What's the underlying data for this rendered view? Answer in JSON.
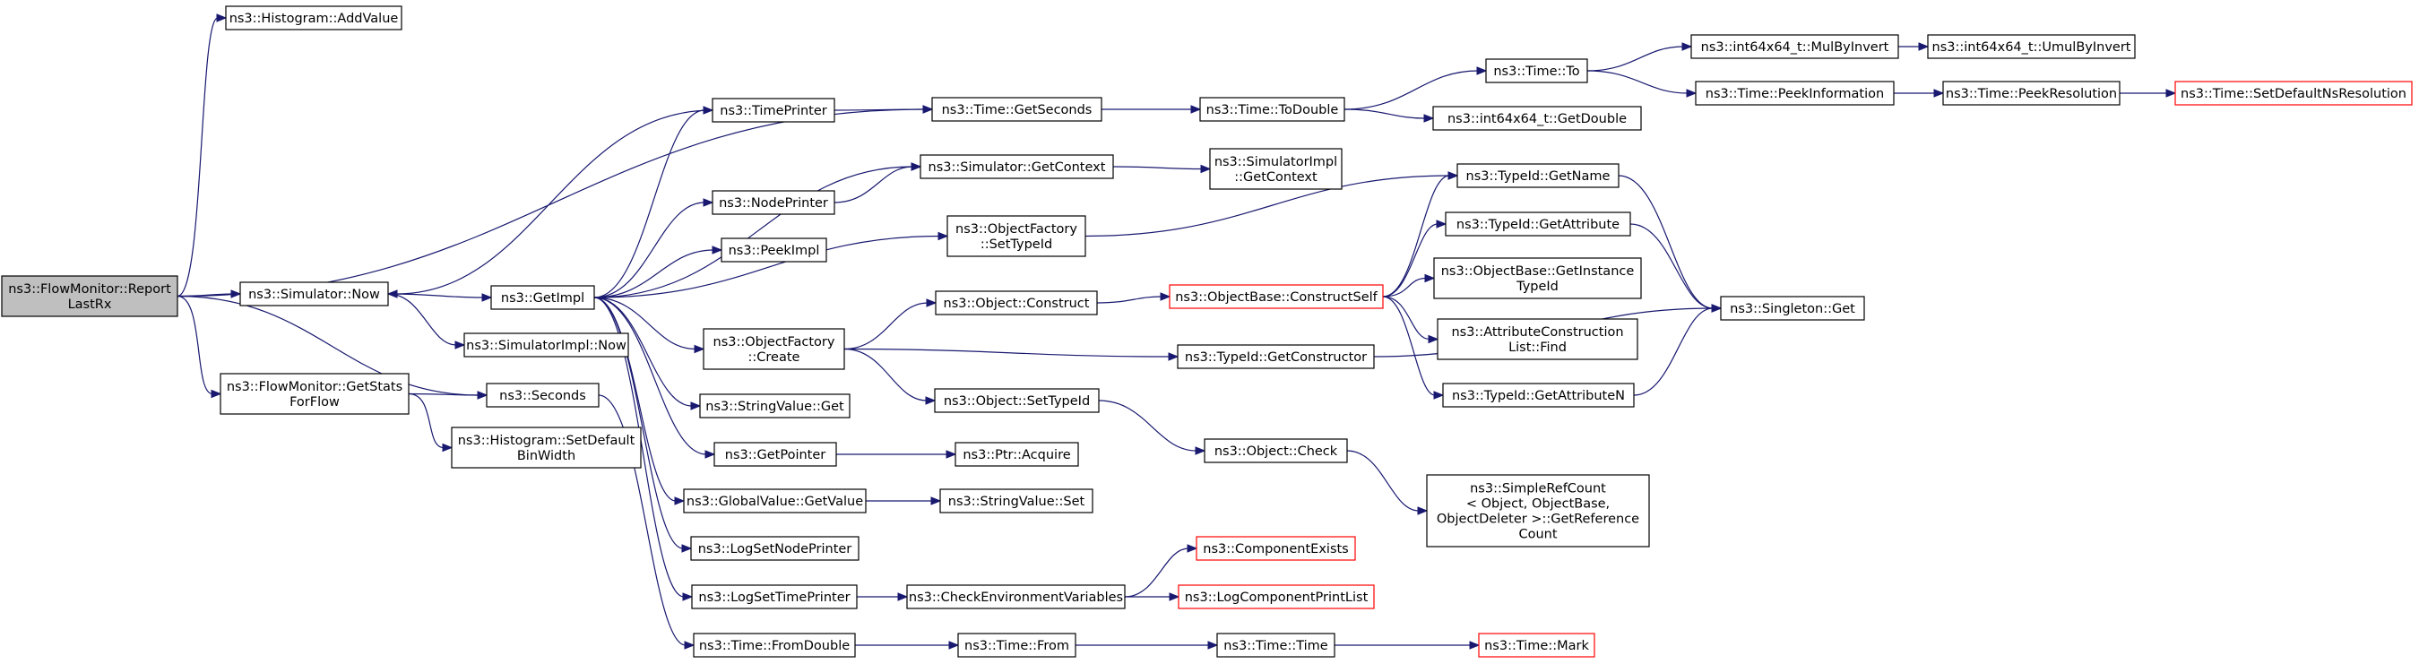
{
  "graph": {
    "colors": {
      "edge": "#191970",
      "root_fill": "#bfbfbf",
      "truncated_border": "#ff0000",
      "border": "#000000"
    },
    "nodes": [
      {
        "id": "root",
        "lines": [
          "ns3::FlowMonitor::Report",
          "LastRx"
        ],
        "root": true
      },
      {
        "id": "histAdd",
        "lines": [
          "ns3::Histogram::AddValue"
        ]
      },
      {
        "id": "simNow",
        "lines": [
          "ns3::Simulator::Now"
        ]
      },
      {
        "id": "fmGetStats",
        "lines": [
          "ns3::FlowMonitor::GetStats",
          "ForFlow"
        ]
      },
      {
        "id": "getImpl",
        "lines": [
          "ns3::GetImpl"
        ]
      },
      {
        "id": "simImplNow",
        "lines": [
          "ns3::SimulatorImpl::Now"
        ]
      },
      {
        "id": "seconds",
        "lines": [
          "ns3::Seconds"
        ]
      },
      {
        "id": "histSetDef",
        "lines": [
          "ns3::Histogram::SetDefault",
          "BinWidth"
        ]
      },
      {
        "id": "timePrinter",
        "lines": [
          "ns3::TimePrinter"
        ]
      },
      {
        "id": "nodePrinter",
        "lines": [
          "ns3::NodePrinter"
        ]
      },
      {
        "id": "peekImpl",
        "lines": [
          "ns3::PeekImpl"
        ]
      },
      {
        "id": "ofCreate",
        "lines": [
          "ns3::ObjectFactory",
          "::Create"
        ]
      },
      {
        "id": "svGet",
        "lines": [
          "ns3::StringValue::Get"
        ]
      },
      {
        "id": "getPointer",
        "lines": [
          "ns3::GetPointer"
        ]
      },
      {
        "id": "gvGetValue",
        "lines": [
          "ns3::GlobalValue::GetValue"
        ]
      },
      {
        "id": "logSetNode",
        "lines": [
          "ns3::LogSetNodePrinter"
        ]
      },
      {
        "id": "logSetTime",
        "lines": [
          "ns3::LogSetTimePrinter"
        ]
      },
      {
        "id": "timeFromDouble",
        "lines": [
          "ns3::Time::FromDouble"
        ]
      },
      {
        "id": "timeGetSeconds",
        "lines": [
          "ns3::Time::GetSeconds"
        ]
      },
      {
        "id": "simGetContext",
        "lines": [
          "ns3::Simulator::GetContext"
        ]
      },
      {
        "id": "ofSetTypeId",
        "lines": [
          "ns3::ObjectFactory",
          "::SetTypeId"
        ]
      },
      {
        "id": "objConstruct",
        "lines": [
          "ns3::Object::Construct"
        ]
      },
      {
        "id": "objSetTypeId",
        "lines": [
          "ns3::Object::SetTypeId"
        ]
      },
      {
        "id": "ptrAcquire",
        "lines": [
          "ns3::Ptr::Acquire"
        ]
      },
      {
        "id": "svSet",
        "lines": [
          "ns3::StringValue::Set"
        ]
      },
      {
        "id": "checkEnv",
        "lines": [
          "ns3::CheckEnvironmentVariables"
        ]
      },
      {
        "id": "timeFrom",
        "lines": [
          "ns3::Time::From"
        ]
      },
      {
        "id": "timeToDouble",
        "lines": [
          "ns3::Time::ToDouble"
        ]
      },
      {
        "id": "simImplGetContext",
        "lines": [
          "ns3::SimulatorImpl",
          "::GetContext"
        ]
      },
      {
        "id": "obConstructSelf",
        "lines": [
          "ns3::ObjectBase::ConstructSelf"
        ],
        "truncated": true
      },
      {
        "id": "tidGetConstructor",
        "lines": [
          "ns3::TypeId::GetConstructor"
        ]
      },
      {
        "id": "objCheck",
        "lines": [
          "ns3::Object::Check"
        ]
      },
      {
        "id": "compExists",
        "lines": [
          "ns3::ComponentExists"
        ],
        "truncated": true
      },
      {
        "id": "logCompPrint",
        "lines": [
          "ns3::LogComponentPrintList"
        ],
        "truncated": true
      },
      {
        "id": "timeTime",
        "lines": [
          "ns3::Time::Time"
        ]
      },
      {
        "id": "timeTo",
        "lines": [
          "ns3::Time::To"
        ]
      },
      {
        "id": "i64GetDouble",
        "lines": [
          "ns3::int64x64_t::GetDouble"
        ]
      },
      {
        "id": "tidGetName",
        "lines": [
          "ns3::TypeId::GetName"
        ]
      },
      {
        "id": "tidGetAttribute",
        "lines": [
          "ns3::TypeId::GetAttribute"
        ]
      },
      {
        "id": "obGetInstance",
        "lines": [
          "ns3::ObjectBase::GetInstance",
          "TypeId"
        ]
      },
      {
        "id": "acFind",
        "lines": [
          "ns3::AttributeConstruction",
          "List::Find"
        ]
      },
      {
        "id": "tidGetAttributeN",
        "lines": [
          "ns3::TypeId::GetAttributeN"
        ]
      },
      {
        "id": "srcGetRef",
        "lines": [
          "ns3::SimpleRefCount",
          "< Object, ObjectBase,",
          " ObjectDeleter >::GetReference",
          "Count"
        ]
      },
      {
        "id": "timeMark",
        "lines": [
          "ns3::Time::Mark"
        ],
        "truncated": true
      },
      {
        "id": "mulByInvert",
        "lines": [
          "ns3::int64x64_t::MulByInvert"
        ]
      },
      {
        "id": "peekInfo",
        "lines": [
          "ns3::Time::PeekInformation"
        ]
      },
      {
        "id": "singletonGet",
        "lines": [
          "ns3::Singleton::Get"
        ]
      },
      {
        "id": "umulByInvert",
        "lines": [
          "ns3::int64x64_t::UmulByInvert"
        ]
      },
      {
        "id": "peekRes",
        "lines": [
          "ns3::Time::PeekResolution"
        ]
      },
      {
        "id": "setDefaultNsRes",
        "lines": [
          "ns3::Time::SetDefaultNsResolution"
        ],
        "truncated": true
      }
    ],
    "edges": [
      [
        "root",
        "histAdd"
      ],
      [
        "root",
        "timeGetSeconds"
      ],
      [
        "root",
        "simNow"
      ],
      [
        "root",
        "fmGetStats"
      ],
      [
        "root",
        "seconds"
      ],
      [
        "simNow",
        "getImpl"
      ],
      [
        "simNow",
        "simImplNow"
      ],
      [
        "fmGetStats",
        "seconds"
      ],
      [
        "fmGetStats",
        "histSetDef"
      ],
      [
        "getImpl",
        "timePrinter"
      ],
      [
        "getImpl",
        "simGetContext"
      ],
      [
        "getImpl",
        "nodePrinter"
      ],
      [
        "getImpl",
        "peekImpl"
      ],
      [
        "getImpl",
        "ofSetTypeId"
      ],
      [
        "getImpl",
        "ofCreate"
      ],
      [
        "getImpl",
        "svGet"
      ],
      [
        "getImpl",
        "getPointer"
      ],
      [
        "getImpl",
        "gvGetValue"
      ],
      [
        "getImpl",
        "logSetNode"
      ],
      [
        "getImpl",
        "logSetTime"
      ],
      [
        "timePrinter",
        "simNow"
      ],
      [
        "timePrinter",
        "timeGetSeconds"
      ],
      [
        "nodePrinter",
        "simGetContext"
      ],
      [
        "seconds",
        "timeFromDouble"
      ],
      [
        "ofCreate",
        "objConstruct"
      ],
      [
        "ofCreate",
        "objSetTypeId"
      ],
      [
        "ofCreate",
        "tidGetConstructor"
      ],
      [
        "getPointer",
        "ptrAcquire"
      ],
      [
        "gvGetValue",
        "svSet"
      ],
      [
        "logSetTime",
        "checkEnv"
      ],
      [
        "timeFromDouble",
        "timeFrom"
      ],
      [
        "timeGetSeconds",
        "timeToDouble"
      ],
      [
        "simGetContext",
        "simImplGetContext"
      ],
      [
        "ofSetTypeId",
        "tidGetName"
      ],
      [
        "objConstruct",
        "obConstructSelf"
      ],
      [
        "objSetTypeId",
        "objCheck"
      ],
      [
        "tidGetConstructor",
        "singletonGet"
      ],
      [
        "checkEnv",
        "compExists"
      ],
      [
        "checkEnv",
        "logCompPrint"
      ],
      [
        "timeFrom",
        "timeTime"
      ],
      [
        "timeToDouble",
        "timeTo"
      ],
      [
        "timeToDouble",
        "i64GetDouble"
      ],
      [
        "obConstructSelf",
        "tidGetName"
      ],
      [
        "obConstructSelf",
        "tidGetAttribute"
      ],
      [
        "obConstructSelf",
        "obGetInstance"
      ],
      [
        "obConstructSelf",
        "acFind"
      ],
      [
        "obConstructSelf",
        "tidGetAttributeN"
      ],
      [
        "objCheck",
        "srcGetRef"
      ],
      [
        "timeTime",
        "timeMark"
      ],
      [
        "timeTo",
        "mulByInvert"
      ],
      [
        "timeTo",
        "peekInfo"
      ],
      [
        "tidGetName",
        "singletonGet"
      ],
      [
        "tidGetAttribute",
        "singletonGet"
      ],
      [
        "tidGetAttributeN",
        "singletonGet"
      ],
      [
        "mulByInvert",
        "umulByInvert"
      ],
      [
        "peekInfo",
        "peekRes"
      ],
      [
        "peekRes",
        "setDefaultNsRes"
      ]
    ]
  }
}
